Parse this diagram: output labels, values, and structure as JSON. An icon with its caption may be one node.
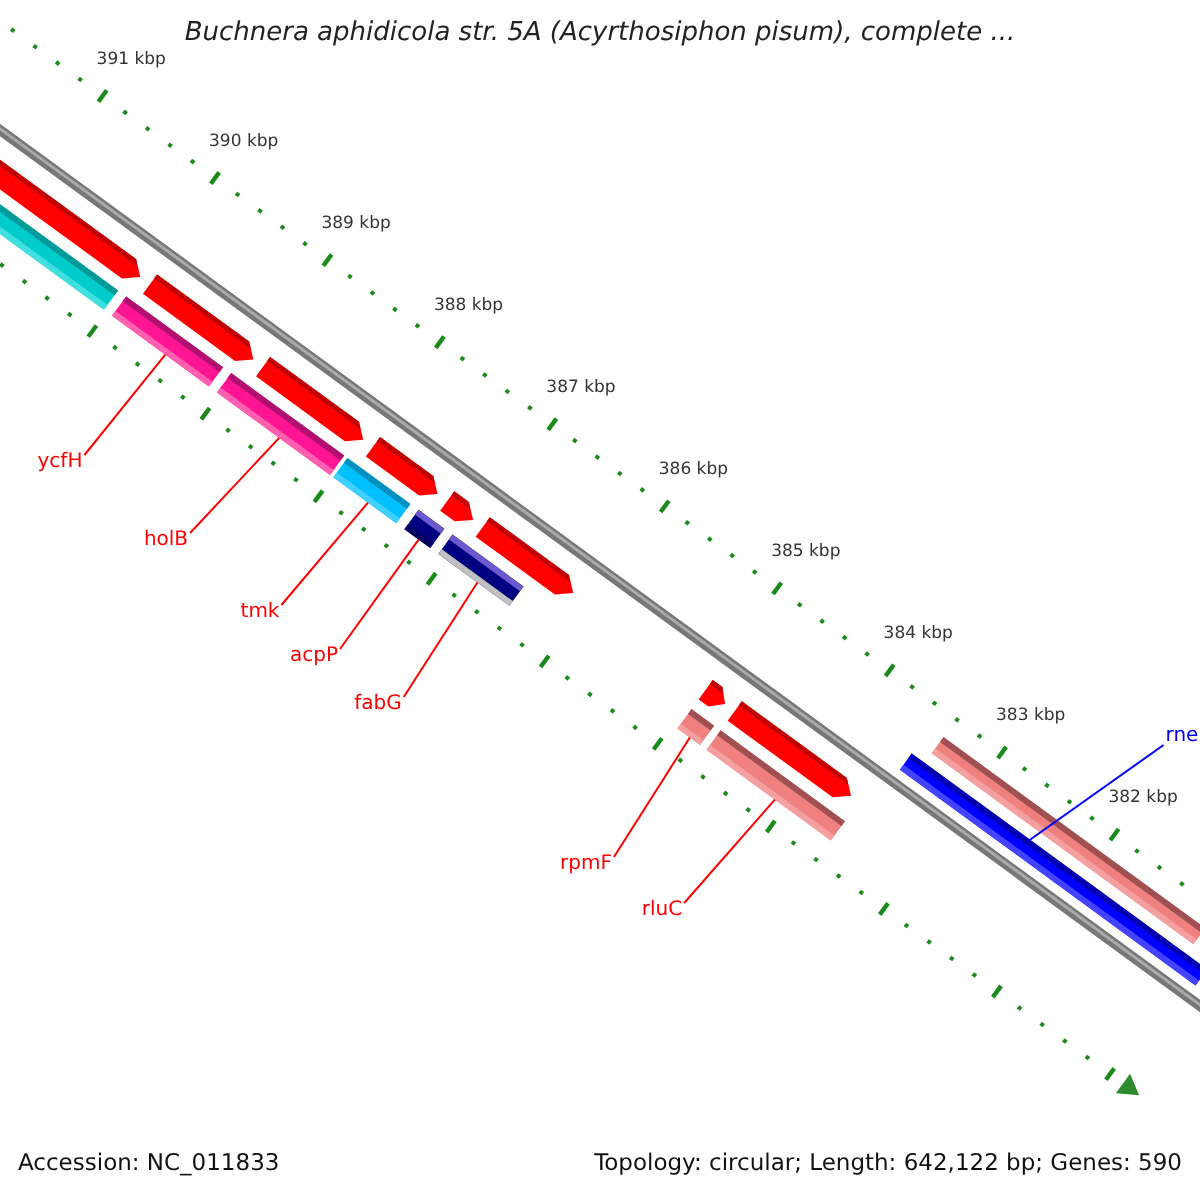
{
  "diagram": {
    "title": "Buchnera aphidicola str. 5A (Acyrthosiphon pisum), complete ...",
    "nodes": [
      {
        "text": [
          "ycfH"
        ]
      },
      {
        "text": [
          "holB"
        ]
      },
      {
        "text": [
          "tmk"
        ]
      },
      {
        "text": [
          "acpP"
        ]
      },
      {
        "text": [
          "fabG"
        ]
      },
      {
        "text": [
          "rpmF"
        ]
      },
      {
        "text": [
          "rluC"
        ]
      },
      {
        "text": [
          "rne"
        ]
      },
      {
        "text": [],
        "shape": "bar"
      },
      {
        "text": [],
        "shape": "bar"
      },
      {
        "text": [],
        "shape": "bar"
      },
      {
        "text": [],
        "shape": "bar"
      },
      {
        "text": [],
        "shape": "bar"
      },
      {
        "text": [],
        "shape": "bar"
      },
      {
        "text": [],
        "shape": "bar"
      },
      {
        "text": [],
        "shape": "bar"
      }
    ],
    "edges": [
      {
        "from": 0,
        "to": 8,
        "arrow": "none"
      },
      {
        "from": 1,
        "to": 9,
        "arrow": "none"
      },
      {
        "from": 2,
        "to": 10,
        "arrow": "none"
      },
      {
        "from": 3,
        "to": 11,
        "arrow": "none"
      },
      {
        "from": 4,
        "to": 12,
        "arrow": "none"
      },
      {
        "from": 5,
        "to": 13,
        "arrow": "none"
      },
      {
        "from": 6,
        "to": 14,
        "arrow": "none"
      },
      {
        "from": 7,
        "to": 15,
        "arrow": "none",
        "color": "#0000ff"
      }
    ],
    "labels": [
      "391 kbp",
      "390 kbp",
      "389 kbp",
      "388 kbp",
      "387 kbp",
      "386 kbp",
      "385 kbp",
      "384 kbp",
      "383 kbp",
      "382 kbp",
      "Accession: NC_011833",
      "Topology: circular; Length: 642,122 bp; Genes: 590"
    ]
  }
}
